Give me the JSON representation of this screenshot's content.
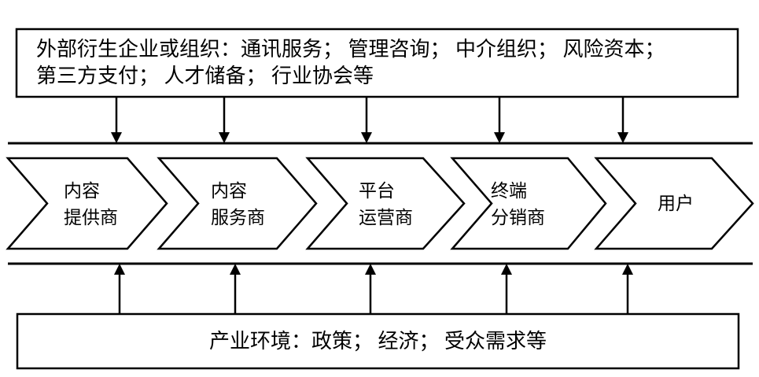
{
  "diagram": {
    "title_semantic": "media-industry-value-chain",
    "external_box": {
      "text": "外部衍生企业或组织：通讯服务； 管理咨询； 中介组织； 风险资本；\n第三方支付； 人才储备； 行业协会等"
    },
    "environment_box": {
      "text": "产业环境：政策； 经济； 受众需求等"
    },
    "chain": {
      "stages": [
        {
          "id": "content-provider",
          "label": "内容\n提供商"
        },
        {
          "id": "content-service",
          "label": "内容\n服务商"
        },
        {
          "id": "platform-operator",
          "label": "平台\n运营商"
        },
        {
          "id": "terminal-distributor",
          "label": "终端\n分销商"
        },
        {
          "id": "user",
          "label": "用户"
        }
      ]
    },
    "colors": {
      "stroke": "#000000",
      "background": "#ffffff"
    }
  }
}
